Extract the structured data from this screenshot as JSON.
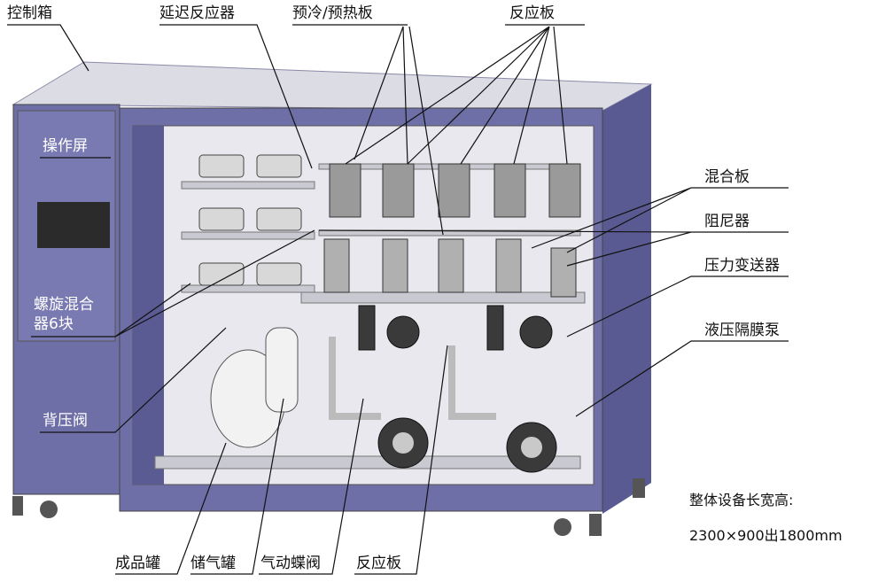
{
  "labels": {
    "control_box": "控制箱",
    "delay_reactor": "延迟反应器",
    "precool_preheat_plate": "预冷/预热板",
    "reaction_plate_top": "反应板",
    "operation_screen": "操作屏",
    "mixing_plate": "混合板",
    "damper": "阻尼器",
    "pressure_transmitter": "压力变送器",
    "spiral_mixer_line1": "螺旋混合",
    "spiral_mixer_line2": "器6块",
    "diaphragm_pump": "液压隔膜泵",
    "back_pressure_valve": "背压阀",
    "product_tank": "成品罐",
    "gas_tank": "储气罐",
    "pneumatic_butterfly_valve": "气动蝶阀",
    "reaction_plate_bottom": "反应板"
  },
  "dimensions": {
    "title": "整体设备长宽高:",
    "value": "2300×900出1800mm"
  },
  "colors": {
    "frame": "#6f6fa8",
    "frame_dark": "#4e4e86",
    "top": "#dcdce4",
    "screen": "#2b2b2b"
  }
}
